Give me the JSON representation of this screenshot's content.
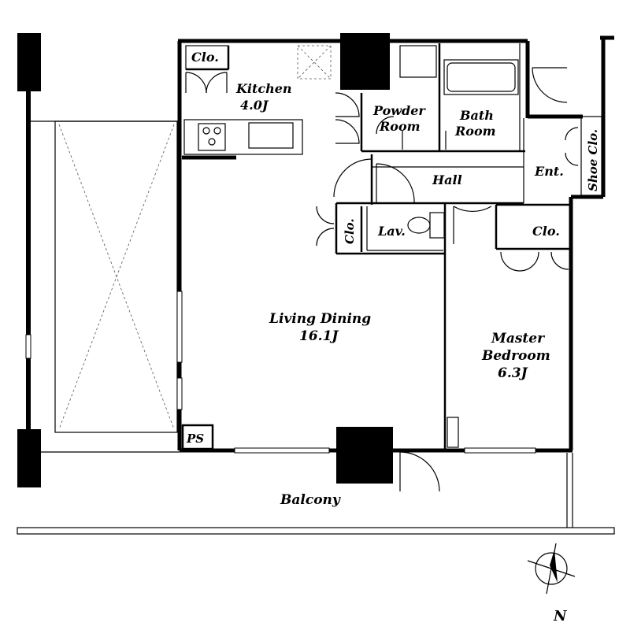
{
  "rooms": {
    "closet_kitchen": "Clo.",
    "kitchen_name": "Kitchen",
    "kitchen_size": "4.0J",
    "powder_line1": "Powder",
    "powder_line2": "Room",
    "bath_line1": "Bath",
    "bath_line2": "Room",
    "hall": "Hall",
    "entrance": "Ent.",
    "shoe_closet": "Shoe Clo.",
    "closet_lav": "Clo.",
    "lavatory": "Lav.",
    "closet_bedroom": "Clo.",
    "living_name": "Living Dining",
    "living_size": "16.1J",
    "bedroom_line1": "Master",
    "bedroom_line2": "Bedroom",
    "bedroom_size": "6.3J",
    "pipe_space": "PS",
    "balcony": "Balcony"
  },
  "compass": {
    "north_label": "N"
  }
}
